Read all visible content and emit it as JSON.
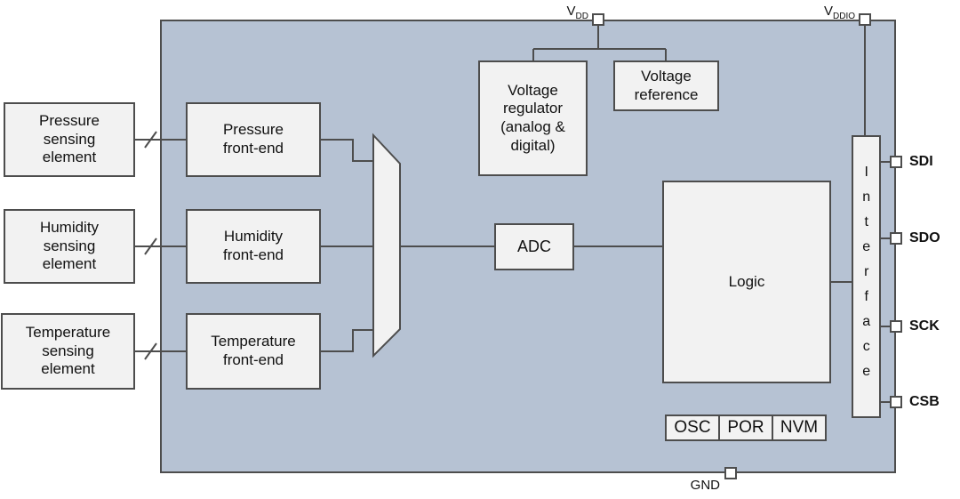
{
  "colors": {
    "page_bg": "#ffffff",
    "chip_bg": "#b6c2d3",
    "block_bg": "#f2f2f2",
    "line_color": "#4d4d4d",
    "text_color": "#111111"
  },
  "sensors": [
    {
      "label": "Pressure\nsensing\nelement"
    },
    {
      "label": "Humidity\nsensing\nelement"
    },
    {
      "label": "Temperature\nsensing\nelement"
    }
  ],
  "front_ends": [
    {
      "label": "Pressure\nfront-end"
    },
    {
      "label": "Humidity\nfront-end"
    },
    {
      "label": "Temperature\nfront-end"
    }
  ],
  "blocks": {
    "voltage_regulator": "Voltage\nregulator\n(analog &\ndigital)",
    "voltage_reference": "Voltage\nreference",
    "adc": "ADC",
    "logic": "Logic",
    "interface": "Interface",
    "osc": "OSC",
    "por": "POR",
    "nvm": "NVM"
  },
  "pins": {
    "vdd": {
      "base": "V",
      "sub": "DD"
    },
    "vddio": {
      "base": "V",
      "sub": "DDIO"
    },
    "gnd": "GND",
    "right": [
      "SDI",
      "SDO",
      "SCK",
      "CSB"
    ]
  }
}
